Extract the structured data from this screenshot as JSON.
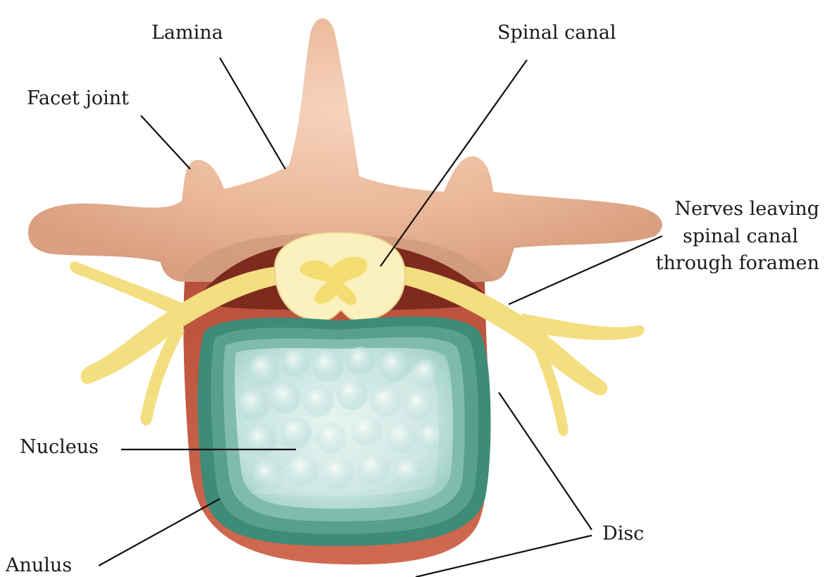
{
  "labels": {
    "lamina": "Lamina",
    "spinal_canal": "Spinal canal",
    "facet_joint": "Facet joint",
    "nerves_line1": "Nerves leaving",
    "nerves_line2": "spinal canal",
    "nerves_line3": "through foramen",
    "nucleus": "Nucleus",
    "disc": "Disc",
    "anulus": "Anulus"
  },
  "colors": {
    "bone": "#e9b597",
    "bone_light": "#f3cdb5",
    "bone_shadow": "#cf9a7c",
    "canal_dark": "#8a2f22",
    "vertebral_body": "#c2573f",
    "nerve": "#f3de80",
    "nerve_light": "#fbf0bb",
    "cord": "#fbf1bf",
    "gray_matter": "#f3dc72",
    "anulus": "#3e8b78",
    "anulus_light": "#6bb09e",
    "nucleus": "#b9dcd6",
    "nucleus_light": "#e4f3f0"
  }
}
